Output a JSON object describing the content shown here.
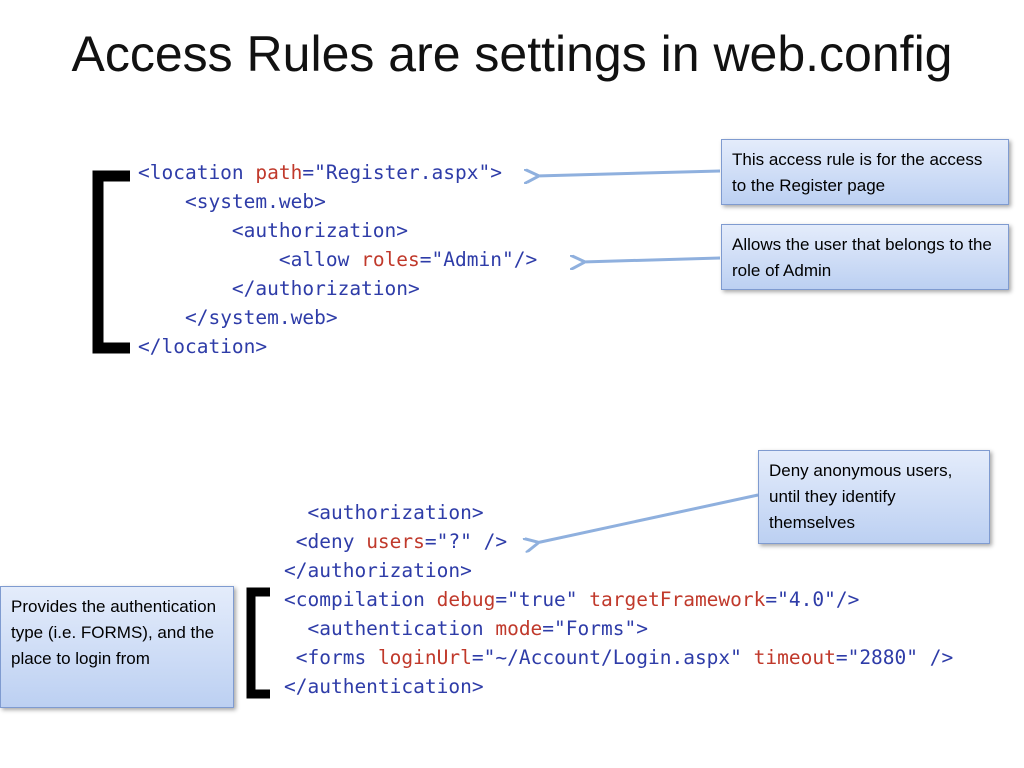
{
  "slide": {
    "title": "Access Rules are settings in web.config"
  },
  "code_top": {
    "lines": [
      {
        "indent": "",
        "t1": "<location",
        "a1": " path",
        "eq1": "=",
        "v1": "\"Register.aspx\"",
        "t2": ">"
      },
      {
        "indent": "    ",
        "t1": "<system.web>"
      },
      {
        "indent": "        ",
        "t1": "<authorization>"
      },
      {
        "indent": "            ",
        "t1": "<allow",
        "a1": " roles",
        "eq1": "=",
        "v1": "\"Admin\"",
        "t2": "/>"
      },
      {
        "indent": "        ",
        "t1": "</authorization>"
      },
      {
        "indent": "    ",
        "t1": "</system.web>"
      },
      {
        "indent": "",
        "t1": "</location>"
      }
    ]
  },
  "code_bottom": {
    "lines": [
      {
        "indent": "  ",
        "t1": "<authorization>"
      },
      {
        "indent": " ",
        "t1": "<deny",
        "a1": " users",
        "eq1": "=",
        "v1": "\"?\"",
        "t2": " />"
      },
      {
        "indent": "",
        "t1": "</authorization>"
      },
      {
        "indent": "",
        "t1": "<compilation",
        "a1": " debug",
        "eq1": "=",
        "v1": "\"true\"",
        "a2": " targetFramework",
        "eq2": "=",
        "v2": "\"4.0\"",
        "t2": "/>"
      },
      {
        "indent": "  ",
        "t1": "<authentication",
        "a1": " mode",
        "eq1": "=",
        "v1": "\"Forms\"",
        "t2": ">"
      },
      {
        "indent": " ",
        "t1": "<forms",
        "a1": " loginUrl",
        "eq1": "=",
        "v1": "\"~/Account/Login.aspx\"",
        "a2": " timeout",
        "eq2": "=",
        "v2": "\"2880\"",
        "t2": " />"
      },
      {
        "indent": "",
        "t1": "</authentication>"
      }
    ]
  },
  "callouts": {
    "register": "This access rule is for the access to the Register page",
    "admin": "Allows the user that belongs to the role of Admin",
    "deny": "Deny anonymous users, until they identify themselves",
    "forms": "Provides the authentication type (i.e. FORMS), and the place to login from"
  },
  "colors": {
    "tag": "#2e3ca8",
    "attribute": "#c0392b",
    "value": "#2e3ca8",
    "callout_border": "#7f9bd0",
    "arrow": "#8fb0de"
  }
}
